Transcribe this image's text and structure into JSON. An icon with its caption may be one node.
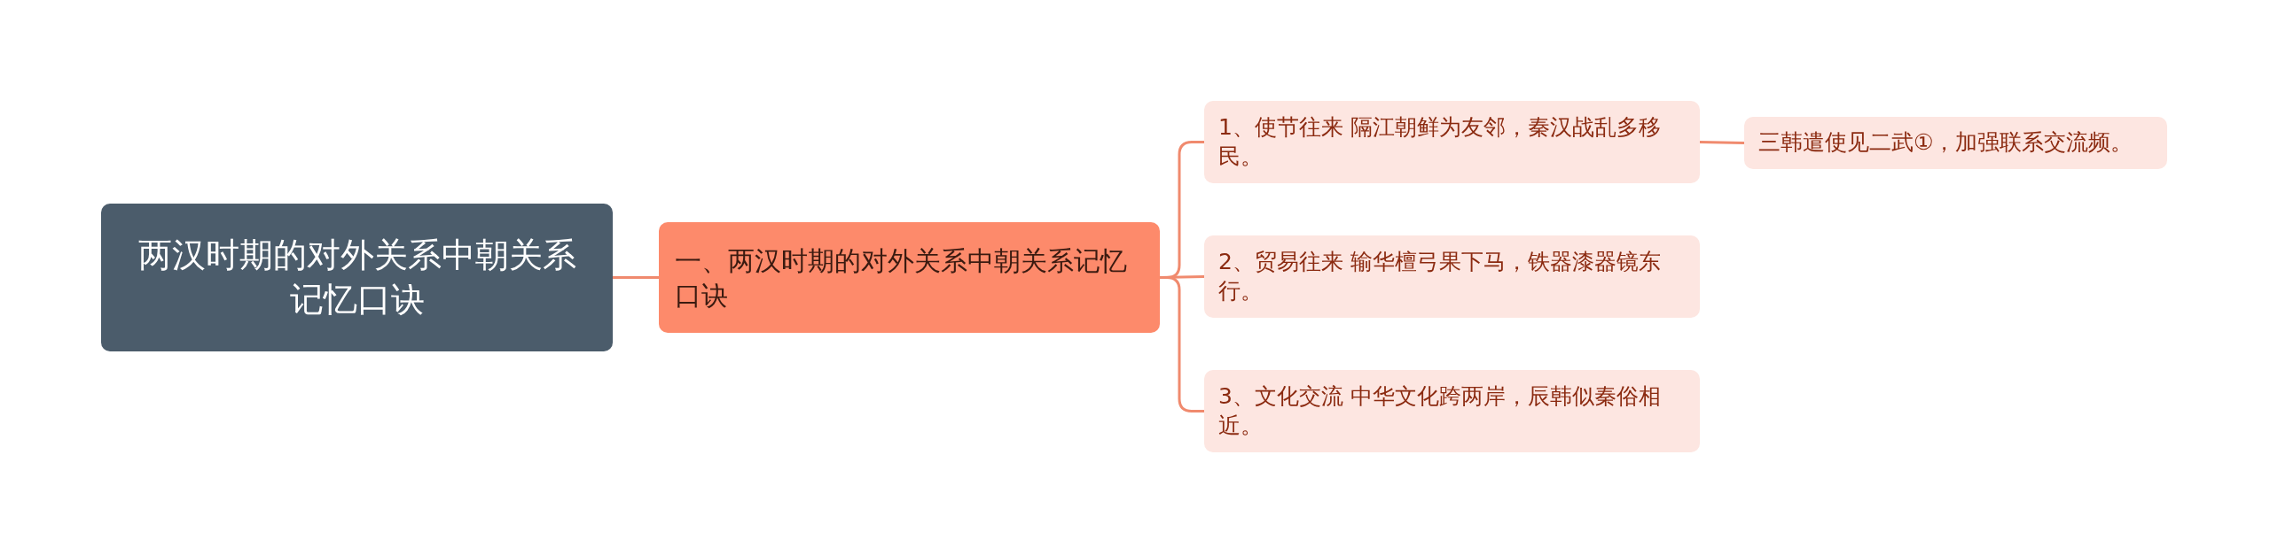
{
  "diagram": {
    "nodes": [
      {
        "text": [
          "两汉时期的对外关系中朝关系记忆口诀"
        ]
      },
      {
        "text": [
          "一、两汉时期的对外关系中朝关系记忆口诀"
        ]
      },
      {
        "text": [
          "1、使节往来 隔江朝鲜为友邻，秦汉战乱多移民。"
        ]
      },
      {
        "text": [
          "三韩遣使见二武①，加强联系交流频。"
        ]
      },
      {
        "text": [
          "2、贸易往来 输华檀弓果下马，铁器漆器镜东行。"
        ]
      },
      {
        "text": [
          "3、文化交流 中华文化跨两岸，辰韩似秦俗相近。"
        ]
      }
    ],
    "edges": [
      {
        "from": 0,
        "to": 1,
        "arrow": "none"
      },
      {
        "from": 1,
        "to": 2,
        "arrow": "none"
      },
      {
        "from": 2,
        "to": 3,
        "arrow": "none"
      },
      {
        "from": 1,
        "to": 4,
        "arrow": "none"
      },
      {
        "from": 1,
        "to": 5,
        "arrow": "none"
      }
    ]
  }
}
